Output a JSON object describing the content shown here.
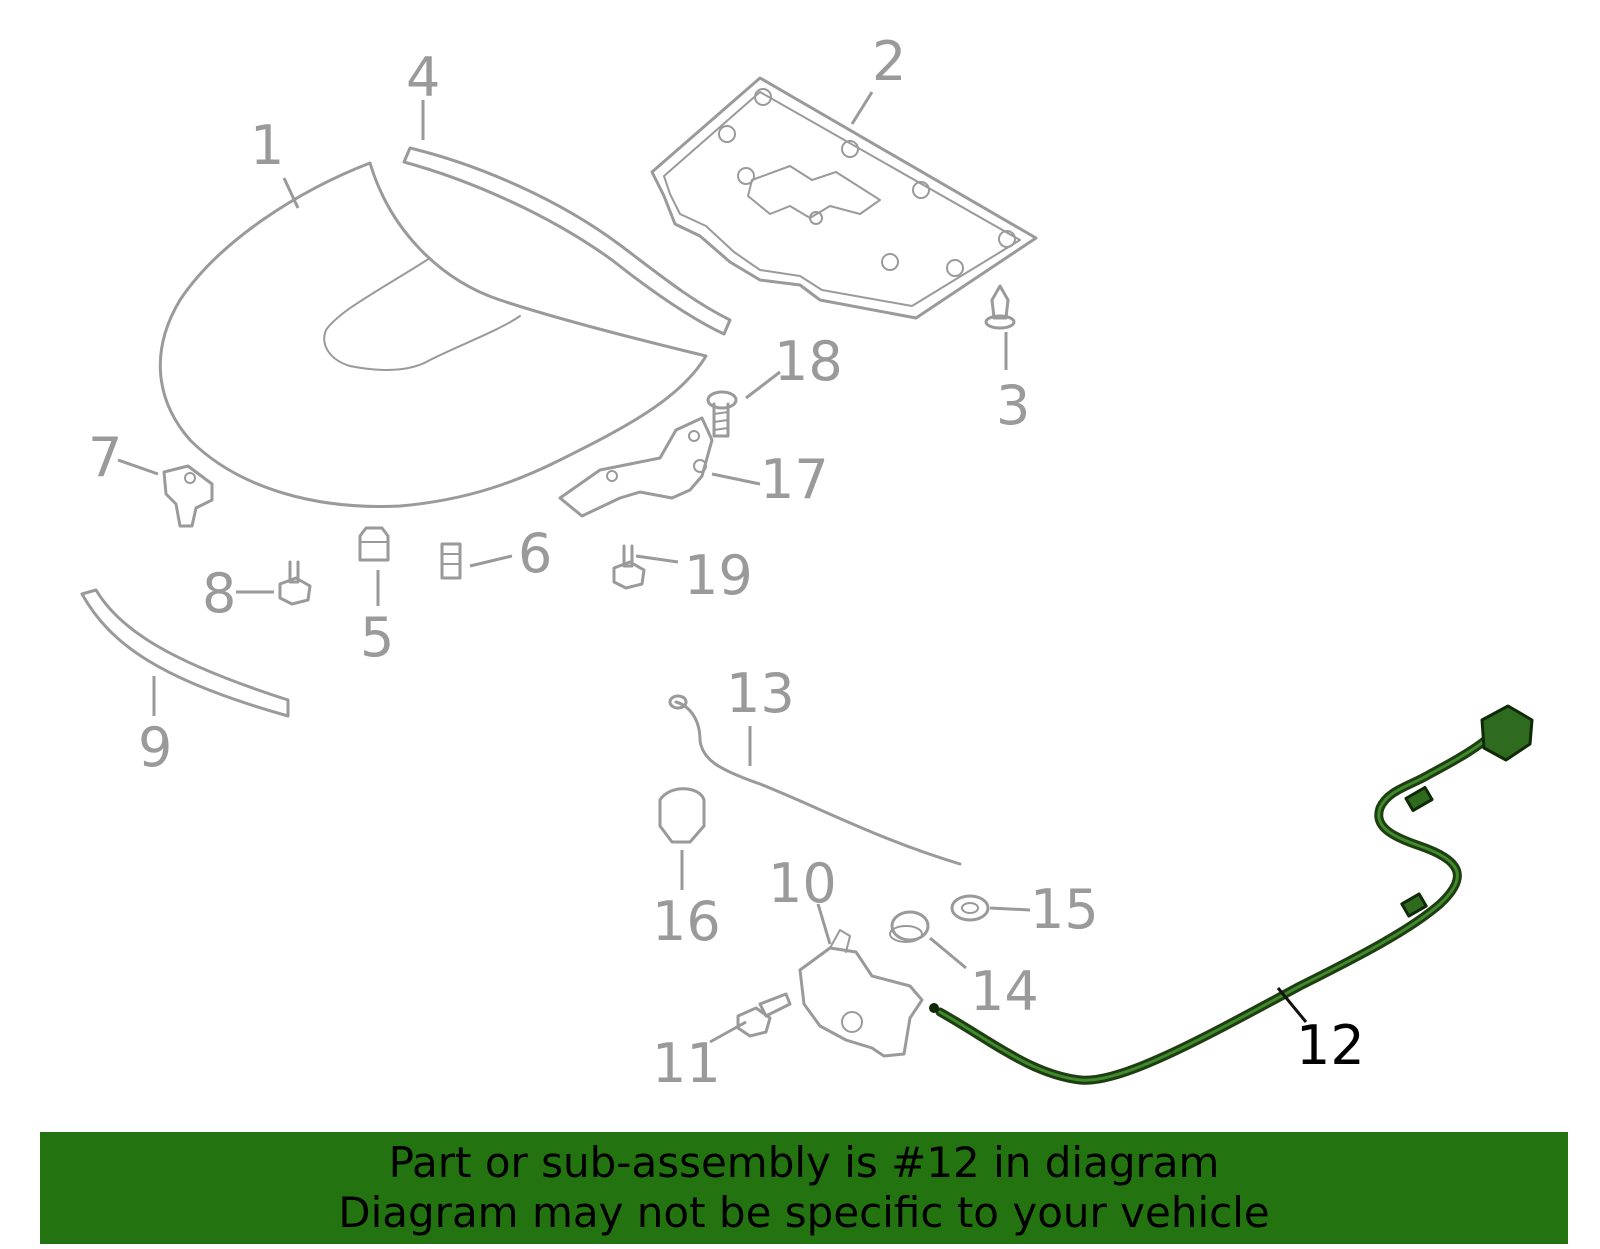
{
  "callouts": {
    "c1": "1",
    "c2": "2",
    "c3": "3",
    "c4": "4",
    "c5": "5",
    "c6": "6",
    "c7": "7",
    "c8": "8",
    "c9": "9",
    "c10": "10",
    "c11": "11",
    "c12": "12",
    "c13": "13",
    "c14": "14",
    "c15": "15",
    "c16": "16",
    "c17": "17",
    "c18": "18",
    "c19": "19"
  },
  "highlighted_part": "12",
  "colors": {
    "part_stroke": "#9a9a9a",
    "highlight": "#2f6b1f",
    "banner_bg": "#237311",
    "banner_text": "#000000"
  },
  "banner": {
    "line1": "Part or sub-assembly is #12 in diagram",
    "line2": "Diagram may not be specific to your vehicle"
  }
}
